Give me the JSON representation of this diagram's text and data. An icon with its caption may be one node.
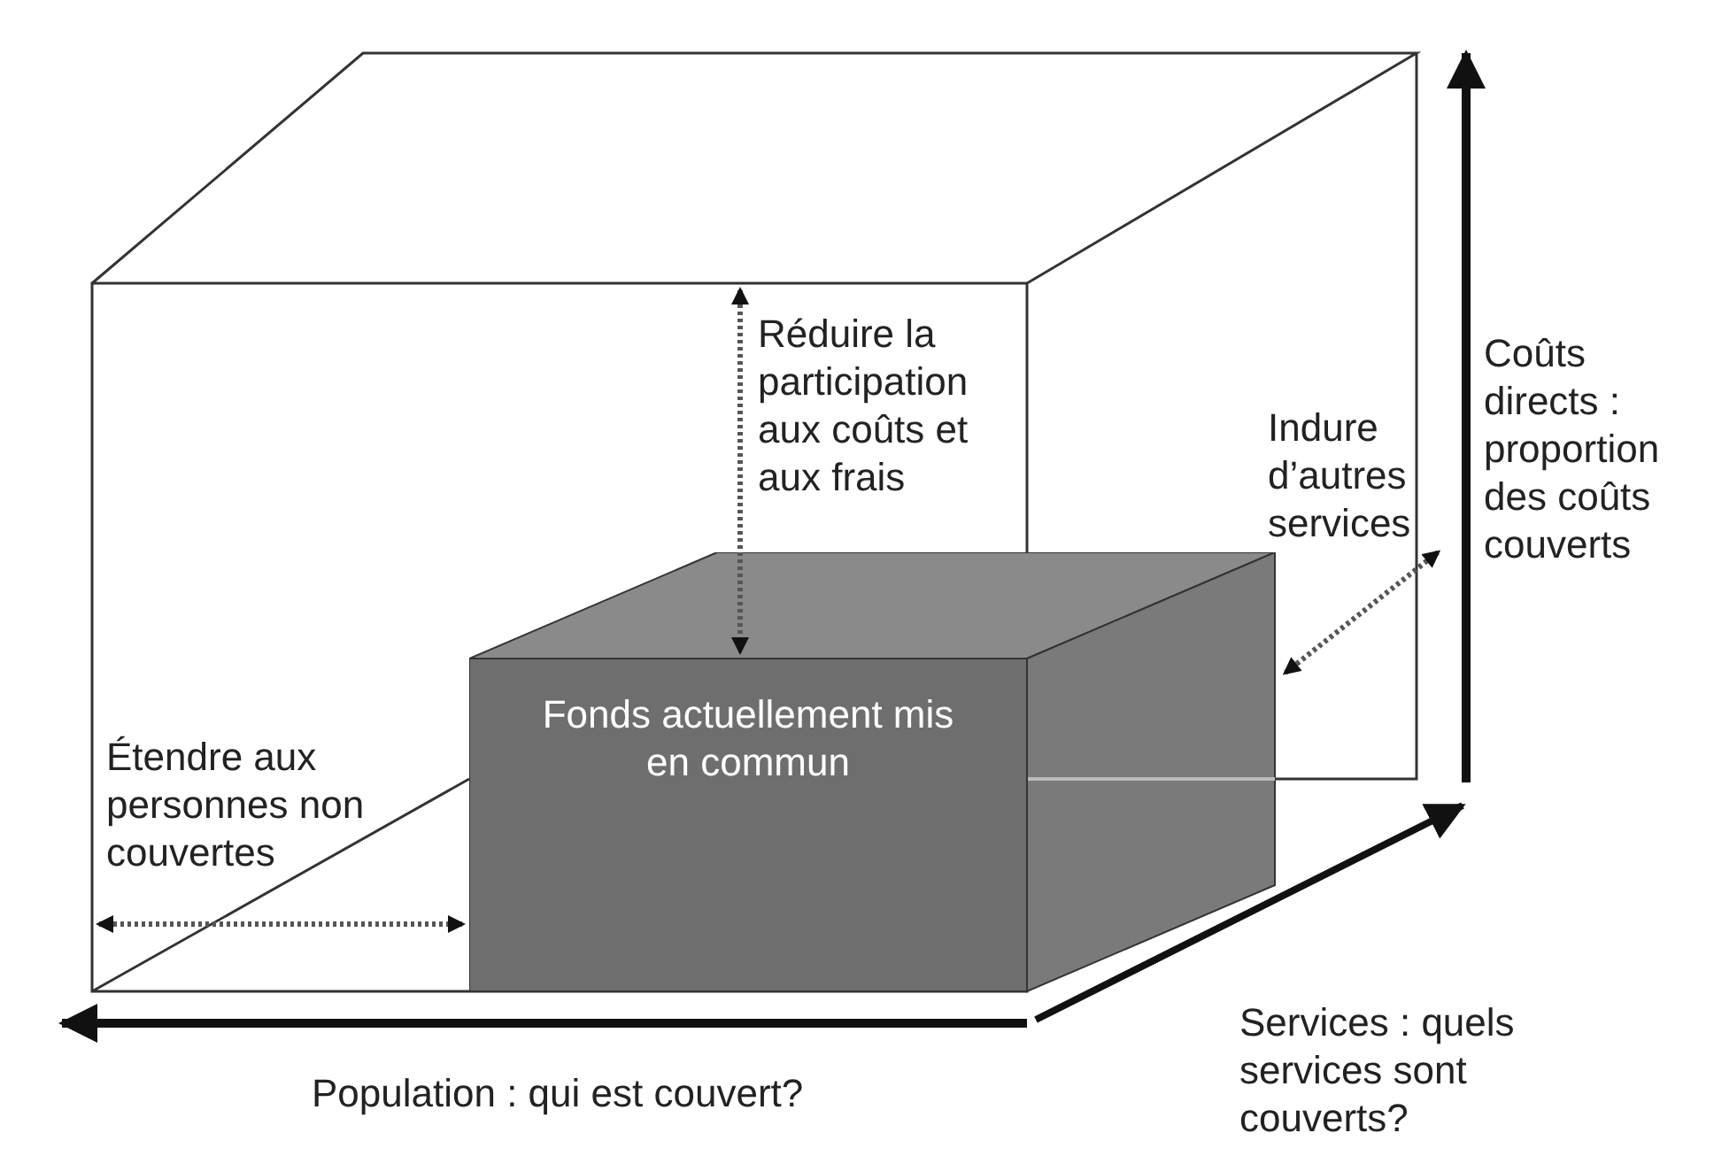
{
  "diagram": {
    "nodes": [
      {
        "text": [
          "Fonds actuellement mis en commun"
        ]
      }
    ],
    "labels": [
      "Réduire la participation aux coûts et aux frais",
      "Indure d’autres services",
      "Coûts directs : proportion des coûts couverts",
      "Étendre aux personnes non couvertes",
      "Services : quels services sont couverts?",
      "Population : qui est couvert?"
    ]
  }
}
